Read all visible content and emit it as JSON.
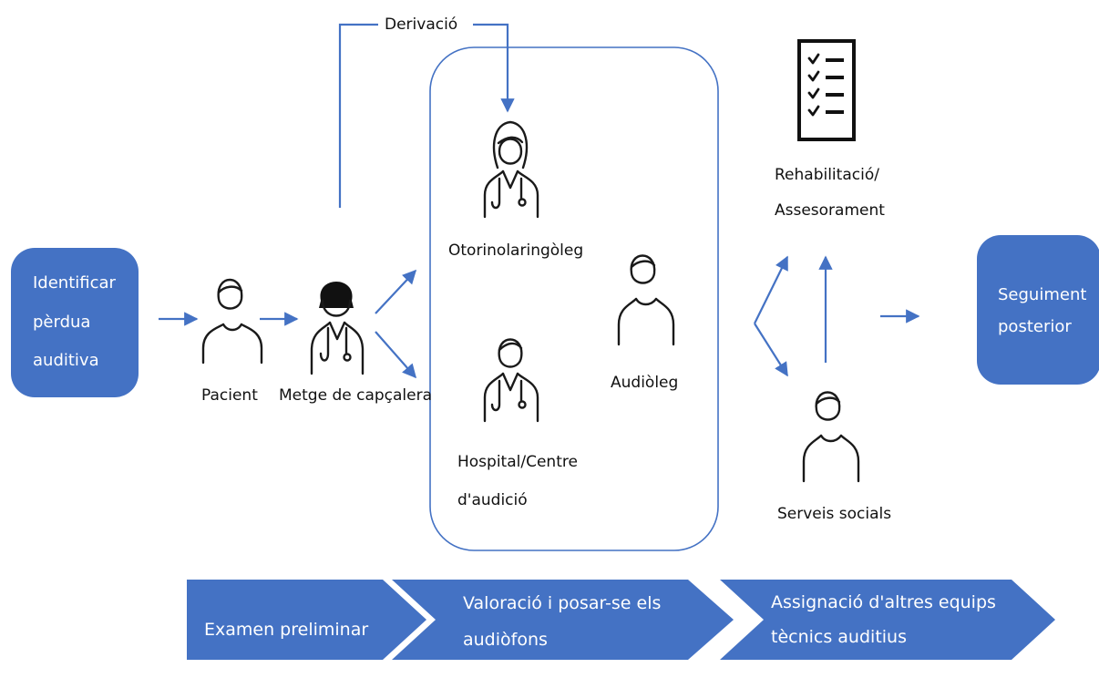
{
  "colors": {
    "accent": "#4472c4",
    "box_fill": "#4472c4",
    "text_on_box": "#ffffff",
    "text": "#111111"
  },
  "boxes": {
    "start": {
      "lines": [
        "Identificar",
        "pèrdua",
        "auditiva"
      ]
    },
    "end": {
      "lines": [
        "Seguiment",
        "posterior"
      ]
    }
  },
  "labels": {
    "derivation": "Derivació",
    "patient": "Pacient",
    "gp": "Metge de capçalera",
    "ent": "Otorinolaringòleg",
    "audiologist": "Audiòleg",
    "hospital": [
      "Hospital/Centre",
      "d'audició"
    ],
    "rehab": [
      "Rehabilitació/",
      "Assesorament"
    ],
    "social": "Serveis socials"
  },
  "icons": {
    "patient": "person-icon",
    "gp": "doctor-icon",
    "ent": "female-doctor-icon",
    "hospital": "doctor-icon",
    "audiologist": "person-icon",
    "rehab": "checklist-icon",
    "social": "person-icon"
  },
  "stages": [
    {
      "lines": [
        "Examen preliminar"
      ]
    },
    {
      "lines": [
        "Valoració i posar-se els",
        "audiòfons"
      ]
    },
    {
      "lines": [
        "Assignació d'altres equips",
        "tècnics auditius"
      ]
    }
  ]
}
